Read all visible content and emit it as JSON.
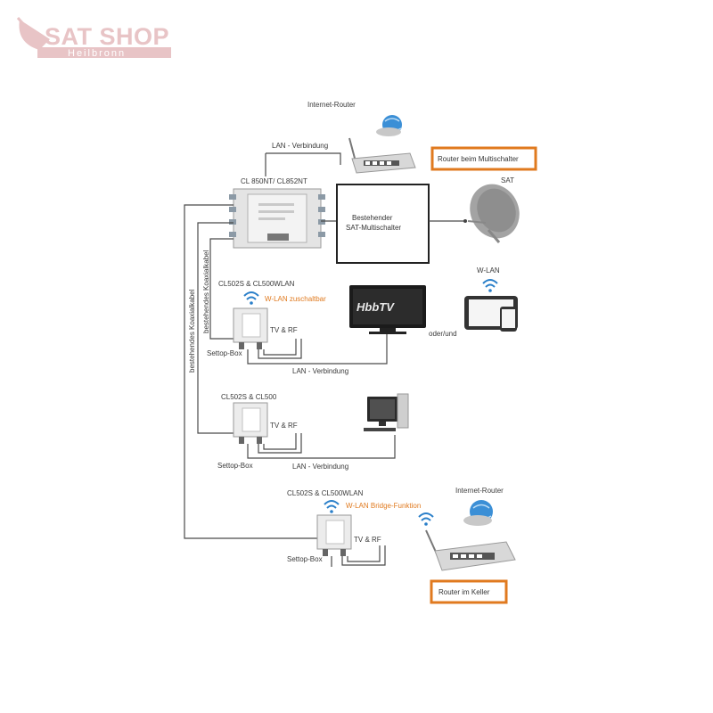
{
  "logo": {
    "main": "SAT SHOP",
    "sub": "Heilbronn"
  },
  "top": {
    "internet_router": "Internet-Router",
    "lan_connection": "LAN - Verbindung",
    "router_note": "Router beim Multischalter",
    "multiswitch_model": "CL 850NT/ CL852NT",
    "existing_switch_line1": "Bestehender",
    "existing_switch_line2": "SAT-Multischalter",
    "sat": "SAT"
  },
  "side": {
    "coax_outer": "bestehendes Koaxialkabel",
    "coax_inner": "bestehendes Koaxialkabel"
  },
  "section1": {
    "model": "CL502S & CL500WLAN",
    "wlan_switchable": "W-LAN zuschaltbar",
    "tv_rf": "TV & RF",
    "settop": "Settop-Box",
    "lan": "LAN - Verbindung",
    "tv_screen": "HbbTV",
    "wlan": "W-LAN",
    "or_and": "oder/und"
  },
  "section2": {
    "model": "CL502S & CL500",
    "tv_rf": "TV & RF",
    "settop": "Settop-Box",
    "lan": "LAN - Verbindung"
  },
  "section3": {
    "model": "CL502S & CL500WLAN",
    "bridge": "W-LAN Bridge-Funktion",
    "internet_router": "Internet-Router",
    "tv_rf": "TV & RF",
    "settop": "Settop-Box",
    "router_note": "Router im Keller"
  },
  "colors": {
    "accent": "#e07a1f",
    "wifi": "#2a7fc9",
    "logo": "#e8c4c6"
  }
}
